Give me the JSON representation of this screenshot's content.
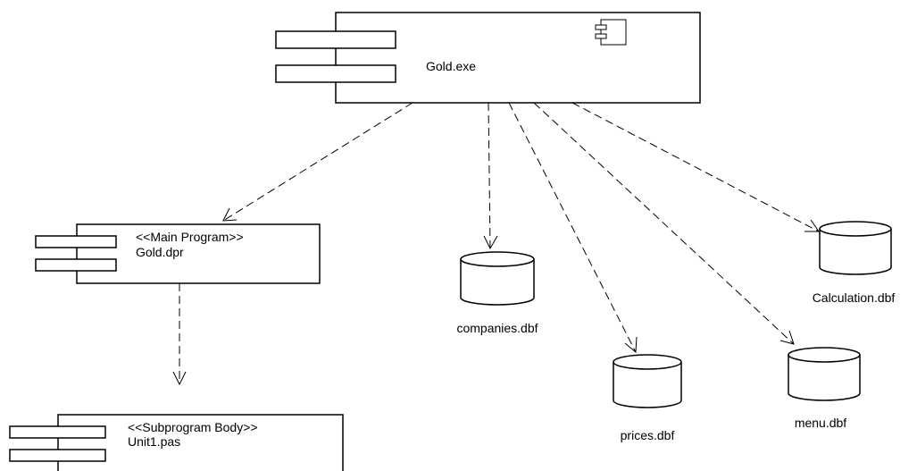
{
  "diagram": {
    "components": {
      "gold_exe": {
        "name": "Gold.exe"
      },
      "gold_dpr": {
        "stereotype": "<<Main Program>>",
        "name": "Gold.dpr"
      },
      "unit1_pas": {
        "stereotype": "<<Subprogram Body>>",
        "name": "Unit1.pas"
      }
    },
    "databases": {
      "companies": "companies.dbf",
      "prices": "prices.dbf",
      "menu": "menu.dbf",
      "calculation": "Calculation.dbf"
    },
    "dependencies": [
      {
        "from": "Gold.exe",
        "to": "Gold.dpr"
      },
      {
        "from": "Gold.exe",
        "to": "companies.dbf"
      },
      {
        "from": "Gold.exe",
        "to": "prices.dbf"
      },
      {
        "from": "Gold.exe",
        "to": "menu.dbf"
      },
      {
        "from": "Gold.exe",
        "to": "Calculation.dbf"
      },
      {
        "from": "Gold.dpr",
        "to": "Unit1.pas"
      }
    ]
  }
}
